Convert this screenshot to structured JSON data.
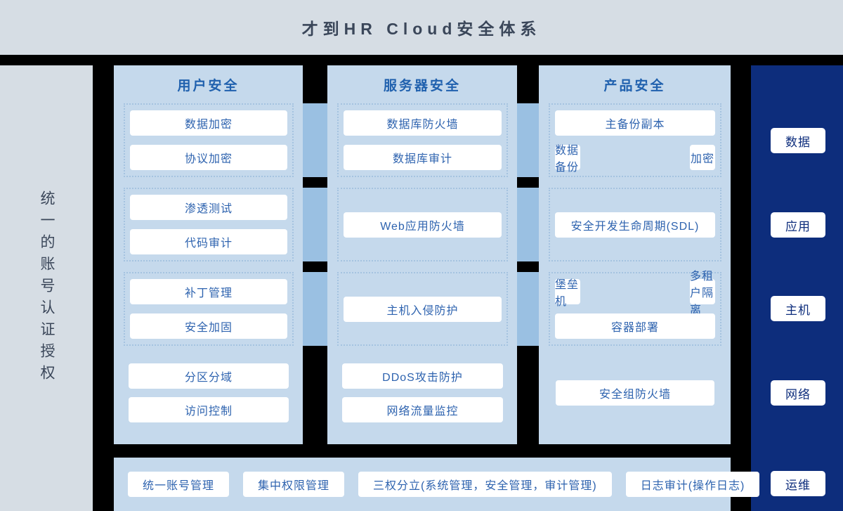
{
  "title": "才到HR Cloud安全体系",
  "colors": {
    "page_bg": "#000000",
    "panel_gray": "#d6dde4",
    "panel_blue": "#c5d9ec",
    "band_blue": "#9ac0e2",
    "dotted": "#a5c3e0",
    "navy": "#0d2d7c",
    "btn_text": "#2e63af",
    "header_text": "#2061ae",
    "title_text": "#3a4659"
  },
  "left_sidebar": {
    "vertical_label": "统一的账号认证授权"
  },
  "columns": [
    {
      "header": "用户安全",
      "groups": [
        {
          "items": [
            "数据加密",
            "协议加密"
          ]
        },
        {
          "items": [
            "渗透测试",
            "代码审计"
          ]
        },
        {
          "items": [
            "补丁管理",
            "安全加固"
          ]
        }
      ],
      "footer": [
        "分区分域",
        "访问控制"
      ]
    },
    {
      "header": "服务器安全",
      "groups": [
        {
          "items": [
            "数据库防火墙",
            "数据库审计"
          ]
        },
        {
          "items": [
            "Web应用防火墙"
          ]
        },
        {
          "items": [
            "主机入侵防护"
          ]
        }
      ],
      "footer": [
        "DDoS攻击防护",
        "网络流量监控"
      ]
    },
    {
      "header": "产品安全",
      "groups": [
        {
          "items": [
            "主备份副本",
            "数据备份",
            "加密"
          ]
        },
        {
          "items": [
            "安全开发生命周期(SDL)"
          ]
        },
        {
          "items": [
            "堡垒机",
            "多租户隔离",
            "容器部署"
          ]
        }
      ],
      "footer": [
        "安全组防火墙"
      ]
    }
  ],
  "right_sidebar": {
    "items": [
      "数据",
      "应用",
      "主机",
      "网络",
      "运维"
    ]
  },
  "bottom_bar": {
    "items": [
      "统一账号管理",
      "集中权限管理",
      "三权分立(系统管理，安全管理，审计管理)",
      "日志审计(操作日志)"
    ]
  }
}
